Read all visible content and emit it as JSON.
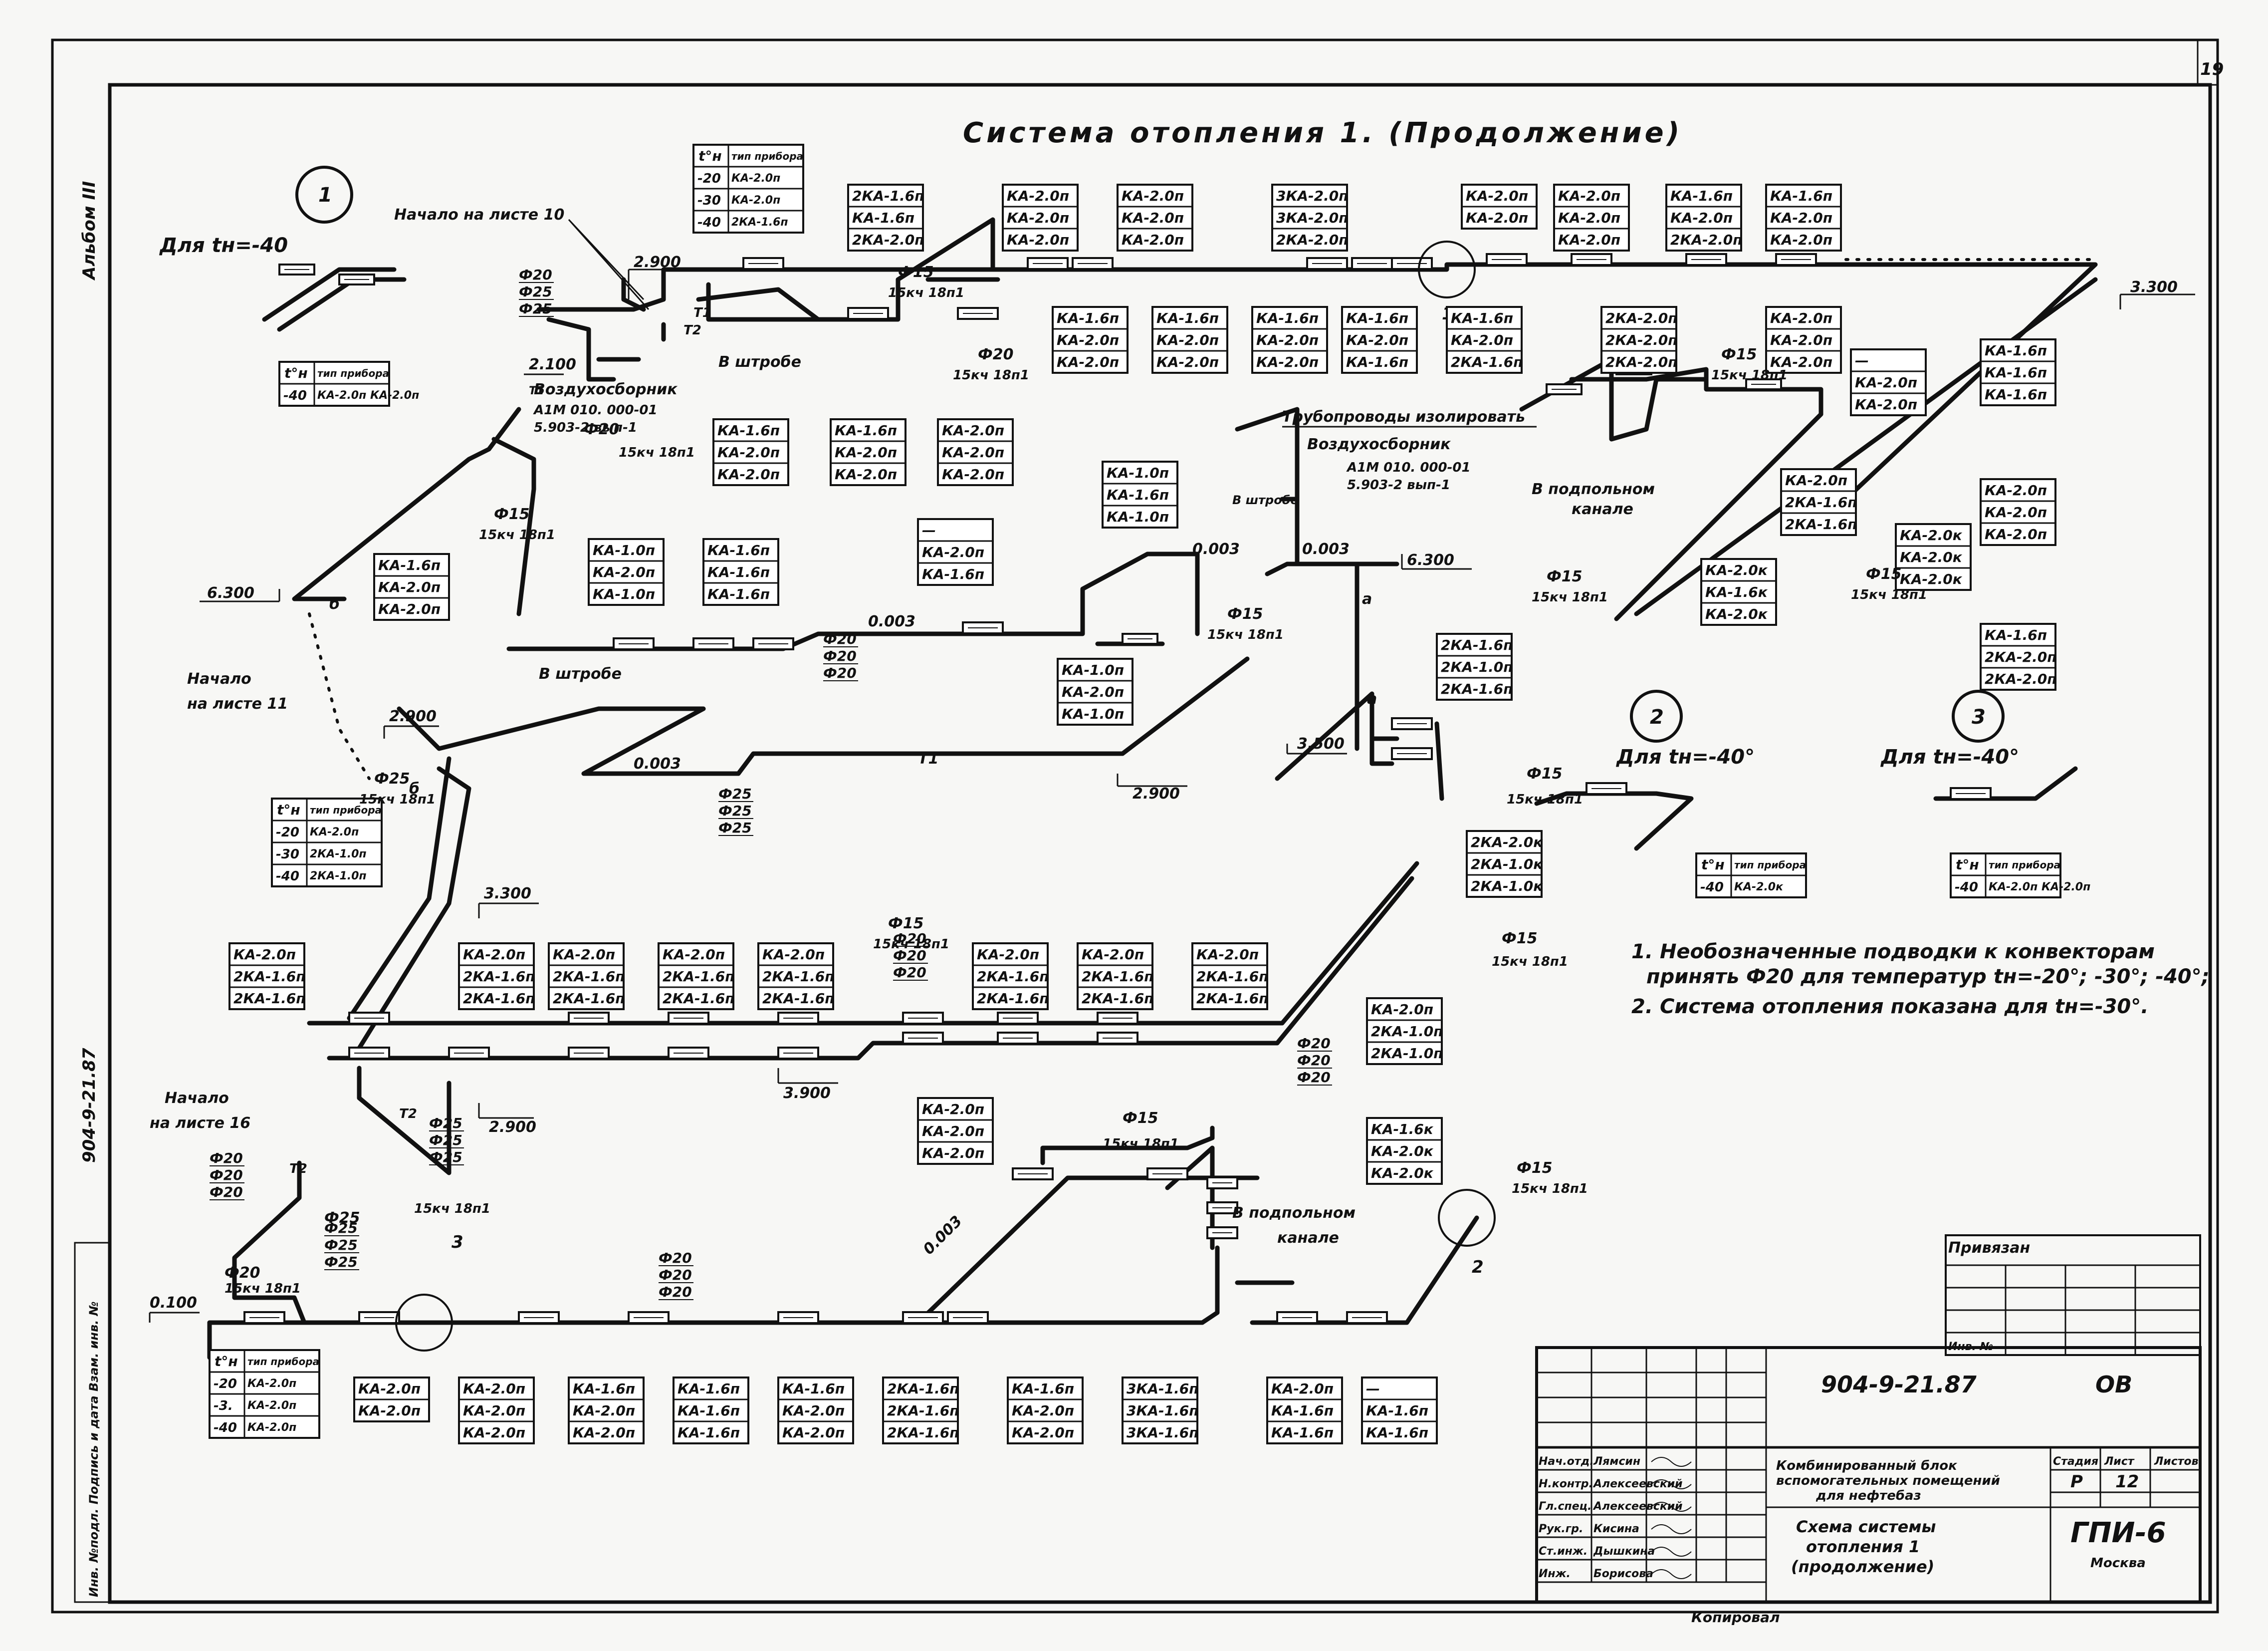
{
  "sheet": {
    "page_number": "19",
    "album": "Альбом III",
    "code_vertical": "904-9-21.87",
    "sidebar_text": "Инв. №подл. Подпись и дата Взам. инв. №"
  },
  "title": "Система отопления 1. (Продолжение)",
  "insets": {
    "i1": {
      "num": "1",
      "caption": "Для tн=-40"
    },
    "i2": {
      "num": "2",
      "caption": "Для tн=-40°"
    },
    "i3": {
      "num": "3",
      "caption": "Для tн=-40°"
    }
  },
  "legend_tables": {
    "top_left": {
      "h1": "t°н",
      "h2": "тип прибора",
      "rows": [
        [
          "-20",
          "КА-2.0п"
        ],
        [
          "-30",
          "КА-2.0п"
        ],
        [
          "-40",
          "2КА-1.6п"
        ]
      ]
    },
    "inset1": {
      "h1": "t°н",
      "h2": "тип прибора",
      "rows": [
        [
          "-40",
          "КА-2.0п КА-2.0п"
        ]
      ]
    },
    "left_mid": {
      "h1": "t°н",
      "h2": "тип прибора",
      "rows": [
        [
          "-20",
          "КА-2.0п"
        ],
        [
          "-30",
          "2КА-1.0п"
        ],
        [
          "-40",
          "2КА-1.0п"
        ]
      ]
    },
    "bottom_left": {
      "h1": "t°н",
      "h2": "тип прибора",
      "rows": [
        [
          "-20",
          "КА-2.0п"
        ],
        [
          "-3.",
          "КА-2.0п"
        ],
        [
          "-40",
          "КА-2.0п"
        ]
      ]
    },
    "inset2": {
      "h1": "t°н",
      "h2": "тип прибора",
      "rows": [
        [
          "-40",
          "КА-2.0к"
        ]
      ]
    },
    "inset3": {
      "h1": "t°н",
      "h2": "тип прибора",
      "rows": [
        [
          "-40",
          "КА-2.0п КА-2.0п"
        ]
      ]
    }
  },
  "boxes": {
    "b01": [
      "2КА-1.6п",
      "КА-1.6п",
      "2КА-2.0п"
    ],
    "b02": [
      "КА-2.0п",
      "КА-2.0п",
      "КА-2.0п"
    ],
    "b03": [
      "КА-2.0п",
      "КА-2.0п",
      "КА-2.0п"
    ],
    "b04": [
      "3КА-2.0п",
      "3КА-2.0п",
      "2КА-2.0п"
    ],
    "b05": [
      "КА-2.0п",
      "КА-2.0п"
    ],
    "b06": [
      "КА-2.0п",
      "КА-2.0п",
      "КА-2.0п"
    ],
    "b07": [
      "КА-1.6п",
      "КА-2.0п",
      "2КА-2.0п"
    ],
    "b08": [
      "КА-1.6п",
      "КА-2.0п",
      "КА-2.0п"
    ],
    "b09": [
      "КА-1.6п",
      "КА-2.0п",
      "КА-2.0п"
    ],
    "b10": [
      "КА-1.6п",
      "КА-2.0п",
      "КА-2.0п"
    ],
    "b11": [
      "КА-1.6п",
      "КА-2.0п",
      "КА-2.0п"
    ],
    "b12": [
      "КА-1.6п",
      "КА-2.0п",
      "КА-1.6п"
    ],
    "b13": [
      "КА-1.6п",
      "КА-2.0п",
      "2КА-1.6п"
    ],
    "b14": [
      "2КА-2.0п",
      "2КА-2.0п",
      "2КА-2.0п"
    ],
    "b15": [
      "КА-2.0п",
      "КА-2.0п",
      "КА-2.0п"
    ],
    "b16": [
      "—",
      "КА-2.0п",
      "КА-2.0п"
    ],
    "b17": [
      "КА-1.6п",
      "КА-2.0п",
      "КА-2.0п"
    ],
    "b18": [
      "КА-1.6п",
      "КА-2.0п",
      "КА-2.0п"
    ],
    "b19": [
      "КА-2.0п",
      "КА-2.0п",
      "КА-2.0п"
    ],
    "b20": [
      "КА-1.6п",
      "КА-2.0п",
      "КА-2.0п"
    ],
    "b21": [
      "КА-1.0п",
      "КА-1.6п",
      "КА-1.0п"
    ],
    "b22": [
      "КА-2.0п",
      "2КА-1.6п",
      "2КА-1.6п"
    ],
    "b23": [
      "КА-1.0п",
      "КА-2.0п",
      "КА-1.0п"
    ],
    "b24": [
      "КА-1.6п",
      "КА-1.6п",
      "КА-1.6п"
    ],
    "b25": [
      "КА-1.6п",
      "КА-1.6п",
      "КА-1.6п"
    ],
    "b26": [
      "—",
      "КА-2.0п",
      "КА-1.6п"
    ],
    "b27": [
      "КА-1.0п",
      "КА-2.0п",
      "КА-1.0п"
    ],
    "b28": [
      "КА-2.0п",
      "КА-2.0п",
      "КА-2.0п"
    ],
    "b29": [
      "КА-2.0к",
      "КА-1.6к",
      "КА-2.0к"
    ],
    "b30": [
      "КА-2.0к",
      "КА-2.0к",
      "КА-2.0к"
    ],
    "b31": [
      "КА-1.6п",
      "2КА-2.0п",
      "2КА-2.0п"
    ],
    "b32": [
      "2КА-1.6п",
      "2КА-1.0п",
      "2КА-1.6п"
    ],
    "b33": [
      "2КА-2.0к",
      "2КА-1.0к",
      "2КА-1.0к"
    ],
    "b34": [
      "КА-2.0п",
      "2КА-1.6п",
      "2КА-1.6п"
    ],
    "b35": [
      "КА-2.0п",
      "2КА-1.6п",
      "2КА-1.6п"
    ],
    "b36": [
      "КА-2.0п",
      "2КА-1.6п",
      "2КА-1.6п"
    ],
    "b37": [
      "КА-2.0п",
      "2КА-1.6п",
      "2КА-1.6п"
    ],
    "b38": [
      "КА-2.0п",
      "2КА-1.6п",
      "2КА-1.6п"
    ],
    "b39": [
      "КА-2.0п",
      "2КА-1.6п",
      "2КА-1.6п"
    ],
    "b40": [
      "КА-2.0п",
      "2КА-1.6п",
      "2КА-1.6п"
    ],
    "b41": [
      "КА-2.0п",
      "2КА-1.6п",
      "2КА-1.6п"
    ],
    "b42": [
      "КА-2.0п",
      "2КА-1.0п",
      "2КА-1.0п"
    ],
    "b43": [
      "КА-2.0п",
      "КА-2.0п",
      "КА-2.0п"
    ],
    "b44": [
      "КА-1.6к",
      "КА-2.0к",
      "КА-2.0к"
    ],
    "b45": [
      "КА-2.0п",
      "КА-2.0п"
    ],
    "b46": [
      "КА-2.0п",
      "КА-2.0п",
      "КА-2.0п"
    ],
    "b47": [
      "КА-1.6п",
      "КА-2.0п",
      "КА-2.0п"
    ],
    "b48": [
      "КА-1.6п",
      "КА-1.6п",
      "КА-1.6п"
    ],
    "b49": [
      "КА-1.6п",
      "КА-2.0п",
      "КА-2.0п"
    ],
    "b50": [
      "2КА-1.6п",
      "2КА-1.6п",
      "2КА-1.6п"
    ],
    "b51": [
      "КА-1.6п",
      "КА-2.0п",
      "КА-2.0п"
    ],
    "b52": [
      "3КА-1.6п",
      "3КА-1.6п",
      "3КА-1.6п"
    ],
    "b53": [
      "КА-2.0п",
      "КА-1.6п",
      "КА-1.6п"
    ],
    "b54": [
      "—",
      "КА-1.6п",
      "КА-1.6п"
    ]
  },
  "labels": {
    "start_sheet10": "Начало на листе 10",
    "start_sheet11a": "Начало",
    "start_sheet11b": "на листе 11",
    "start_sheet16a": "Начало",
    "start_sheet16b": "на листе 16",
    "air1a": "Воздухосборник",
    "air1b": "А1М 010. 000-01",
    "air1c": "5.903-2 вып-1",
    "air2a": "Воздухосборник",
    "air2b": "А1М 010. 000-01",
    "air2c": "5.903-2 вып-1",
    "insulate": "Трубопроводы изолировать",
    "groove1": "В штробе",
    "groove2": "В штробе",
    "groove3": "В штробе",
    "channel1a": "В подпольном",
    "channel1b": "канале",
    "channel2a": "В подпольном",
    "channel2b": "канале",
    "el_2900a": "2.900",
    "el_2900b": "2.900",
    "el_2900c": "2.900",
    "el_2900d": "2.900",
    "el_6300a": "6.300",
    "el_6300b": "6.300",
    "el_3300a": "3.300",
    "el_3300b": "3.300",
    "el_3900": "3.900",
    "el_3500": "3.500",
    "el_0100": "0.100",
    "el_2100": "2.100",
    "slope1": "0.003",
    "slope2": "0.003",
    "slope3": "0.003",
    "slope4": "0.003",
    "slope5": "0.003",
    "d15a": "Ф15",
    "v15a": "15кч 18п1",
    "d15b": "Ф15",
    "v15b": "15кч 18п1",
    "d15c": "Ф15",
    "v15c": "15кч 18п1",
    "d15d": "Ф15",
    "v15d": "15кч 18п1",
    "d15e": "Ф15",
    "v15e": "15кч 18п1",
    "d15f": "Ф15",
    "v15f": "15кч 18п1",
    "d15g": "Ф15",
    "v15g": "15кч 18п1",
    "d15h": "Ф15",
    "v15h": "15кч 18п1",
    "d15i": "Ф15",
    "v15i": "15кч 18п1",
    "d15j": "Ф15",
    "v15j": "15кч 18п1",
    "d15k": "Ф15",
    "v15k": "15кч 18п1",
    "d20a": "Ф20",
    "v20a": "15кч 18п1",
    "d20b": "Ф20",
    "v20b": "15кч 18п1",
    "d20c": "Ф20",
    "v20c": "15кч 18п1",
    "d25a": "Ф25",
    "v25a": "15кч 18п1",
    "d25b": "Ф25",
    "v25b": "15кч 18п1",
    "stk20a": [
      "Ф20",
      "Ф20",
      "Ф20"
    ],
    "stk20b": [
      "Ф20",
      "Ф20",
      "Ф20"
    ],
    "stk20c": [
      "Ф20",
      "Ф20",
      "Ф20"
    ],
    "stk20d": [
      "Ф20",
      "Ф20",
      "Ф20"
    ],
    "stk20e": [
      "Ф20",
      "Ф20",
      "Ф20"
    ],
    "stk25a": [
      "Ф25",
      "Ф25",
      "Ф25"
    ],
    "stk25b": [
      "Ф25",
      "Ф25",
      "Ф25"
    ],
    "stk25c": [
      "Ф25",
      "Ф25",
      "Ф25"
    ],
    "stk25d": [
      "Ф25",
      "Ф25",
      "Ф25"
    ],
    "stk_top": [
      "Ф20",
      "Ф25",
      "Ф25"
    ],
    "t1a": "Т1",
    "t1b": "Т1",
    "t1c": "Т1",
    "t2a": "Т2",
    "t2b": "Т2",
    "t2c": "Т2",
    "pt_a1": "а",
    "pt_a2": "а",
    "pt_b1": "б",
    "pt_b2": "б",
    "c1": "1",
    "c2": "2",
    "c3": "3"
  },
  "notes": {
    "n1a": "1. Необозначенные подводки к конвекторам",
    "n1b": "принять Ф20 для температур tн=-20°; -30°; -40°;",
    "n2": "2. Система отопления показана для tн=-30°."
  },
  "title_block": {
    "tie_in": "Привязан",
    "inv_no": "Инв. №",
    "doc_code": "904-9-21.87",
    "sheet_code": "ОВ",
    "roles": [
      "Нач.отд.",
      "Н.контр.",
      "Гл.спец.",
      "Рук.гр.",
      "Ст.инж.",
      "Инж."
    ],
    "names": [
      "Лямсин",
      "Алексеевский",
      "Алексеевский",
      "Кисина",
      "Дышкина",
      "Борисова"
    ],
    "project1": "Комбинированный блок",
    "project2": "вспомогательных помещений",
    "project3": "для нефтебаз",
    "hdr_stage": "Стадия",
    "hdr_sheet": "Лист",
    "hdr_sheets": "Листов",
    "stage": "Р",
    "sheet": "12",
    "drawing1": "Схема системы",
    "drawing2": "отопления 1",
    "drawing3": "(продолжение)",
    "org": "ГПИ-6",
    "city": "Москва",
    "copied": "Копировал"
  }
}
